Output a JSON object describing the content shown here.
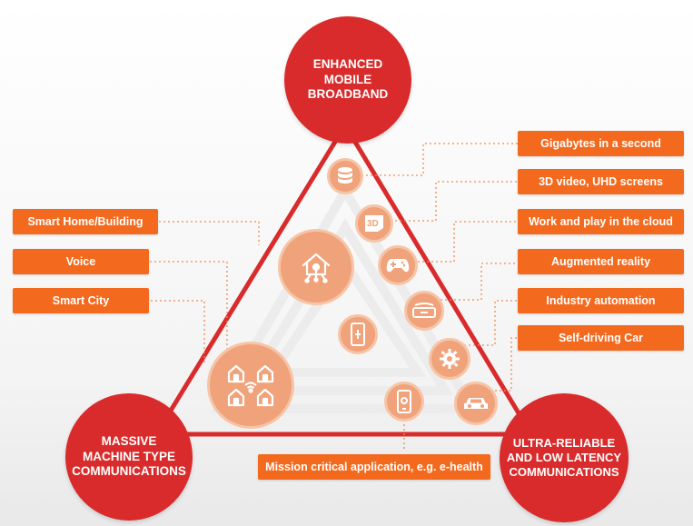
{
  "hubs": {
    "embb": "ENHANCED\nMOBILE\nBROADBAND",
    "mmtc": "MASSIVE\nMACHINE TYPE\nCOMMUNICATIONS",
    "urllc": "ULTRA-RELIABLE\nAND LOW LATENCY\nCOMMUNICATIONS"
  },
  "left_tags": [
    "Smart Home/Building",
    "Voice",
    "Smart City"
  ],
  "right_tags": [
    "Gigabytes in a second",
    "3D video, UHD screens",
    "Work and play in the cloud",
    "Augmented reality",
    "Industry automation",
    "Self-driving Car"
  ],
  "bottom_tag": "Mission critical application, e.g. e-health",
  "icons": [
    "database-icon",
    "3d-icon",
    "smart-home-icon",
    "gamepad-icon",
    "vr-headset-icon",
    "mobile-health-icon",
    "gear-icon",
    "smart-city-icon",
    "car-icon",
    "mobile-monitor-icon"
  ],
  "icon_3d_text": "3D",
  "colors": {
    "hub_red": "#d92b2b",
    "tag_orange": "#f36a1f",
    "bubble": "#f0a27a",
    "triangle_line": "#d92b2b",
    "connector": "#f08a50"
  }
}
